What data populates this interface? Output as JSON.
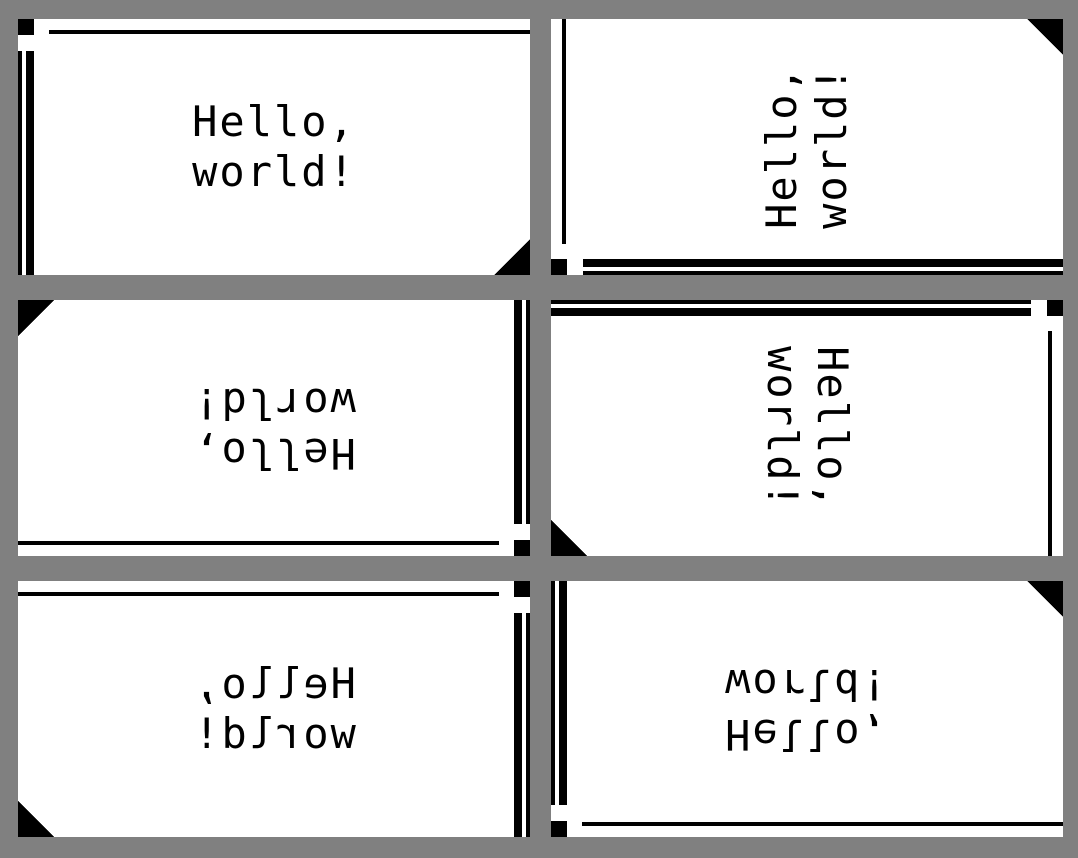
{
  "canvas": {
    "background": "#808080",
    "panel_color": "#ffffff",
    "ink_color": "#000000"
  },
  "panels": [
    {
      "id": "p1",
      "line1": "Hello,",
      "line2": "world!",
      "orientation": "normal"
    },
    {
      "id": "p2",
      "line1": "Hello,",
      "line2": "world!",
      "orientation": "rotated-90-ccw"
    },
    {
      "id": "p3",
      "line1": "Hello,",
      "line2": "world!",
      "orientation": "rotated-180"
    },
    {
      "id": "p4",
      "line1": "Hello,",
      "line2": "world!",
      "orientation": "rotated-90-cw"
    },
    {
      "id": "p5",
      "line1": "Hello,",
      "line2": "world!",
      "orientation": "mirrored-horizontal"
    },
    {
      "id": "p6",
      "line1": "Hello,",
      "line2": "world!",
      "orientation": "mirrored-vertical"
    }
  ]
}
